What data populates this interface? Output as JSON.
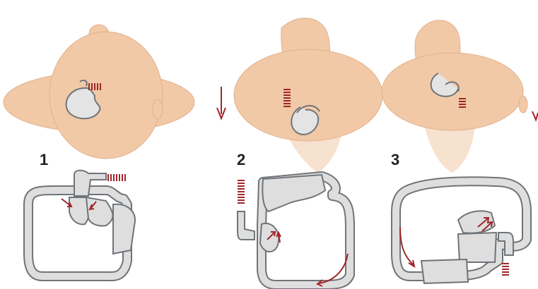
{
  "panels": [
    {
      "number": "1"
    },
    {
      "number": "2"
    },
    {
      "number": "3"
    }
  ],
  "colors": {
    "skin": "#f1c9a7",
    "skin_dark": "#e5b08e",
    "organ_outline": "#6f7479",
    "organ_fill": "#dedede",
    "arrow": "#a1262a",
    "background": "#ffffff"
  },
  "icons": {
    "direction_arrow_left": "down-arrow-icon",
    "direction_arrow_right": "down-arrow-icon"
  }
}
